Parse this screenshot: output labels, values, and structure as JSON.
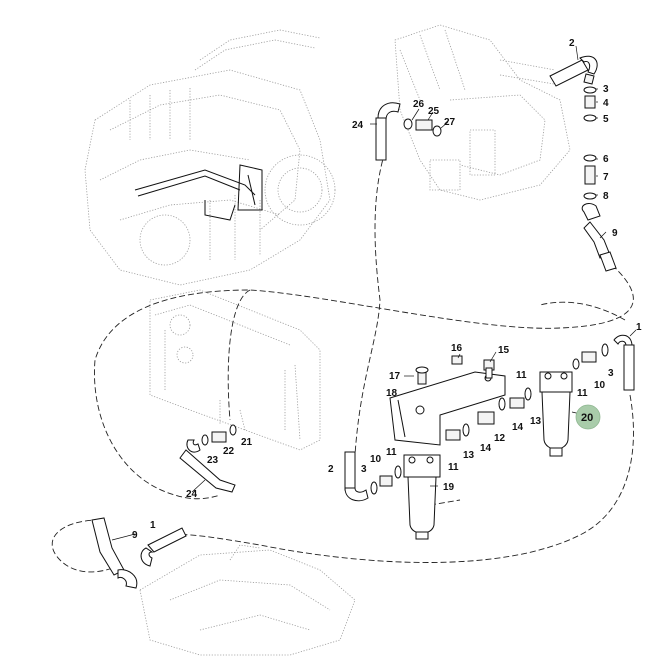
{
  "diagram": {
    "type": "exploded-parts-diagram",
    "subject": "hydraulic filter lines",
    "highlight_color": "#a9ccaa",
    "callouts": [
      {
        "label": "1",
        "role": "elbow-hose"
      },
      {
        "label": "1",
        "role": "elbow-hose"
      },
      {
        "label": "2",
        "role": "elbow-hose"
      },
      {
        "label": "2",
        "role": "elbow-hose"
      },
      {
        "label": "3",
        "role": "o-ring"
      },
      {
        "label": "3",
        "role": "o-ring"
      },
      {
        "label": "3",
        "role": "o-ring"
      },
      {
        "label": "4",
        "role": "adapter"
      },
      {
        "label": "5",
        "role": "o-ring"
      },
      {
        "label": "6",
        "role": "o-ring"
      },
      {
        "label": "7",
        "role": "adapter"
      },
      {
        "label": "8",
        "role": "o-ring"
      },
      {
        "label": "9",
        "role": "hose"
      },
      {
        "label": "9",
        "role": "hose"
      },
      {
        "label": "10",
        "role": "o-ring"
      },
      {
        "label": "10",
        "role": "o-ring"
      },
      {
        "label": "11",
        "role": "adapter"
      },
      {
        "label": "11",
        "role": "adapter"
      },
      {
        "label": "11",
        "role": "adapter"
      },
      {
        "label": "11",
        "role": "adapter"
      },
      {
        "label": "12",
        "role": "adapter"
      },
      {
        "label": "13",
        "role": "o-ring"
      },
      {
        "label": "13",
        "role": "o-ring"
      },
      {
        "label": "14",
        "role": "adapter"
      },
      {
        "label": "14",
        "role": "adapter"
      },
      {
        "label": "15",
        "role": "bolt"
      },
      {
        "label": "16",
        "role": "nut"
      },
      {
        "label": "17",
        "role": "bolt"
      },
      {
        "label": "18",
        "role": "bracket"
      },
      {
        "label": "19",
        "role": "filter"
      },
      {
        "label": "20",
        "role": "filter",
        "highlighted": true
      },
      {
        "label": "21",
        "role": "o-ring"
      },
      {
        "label": "22",
        "role": "adapter"
      },
      {
        "label": "23",
        "role": "o-ring"
      },
      {
        "label": "24",
        "role": "hose"
      },
      {
        "label": "24",
        "role": "hose"
      },
      {
        "label": "25",
        "role": "adapter"
      },
      {
        "label": "26",
        "role": "o-ring"
      },
      {
        "label": "27",
        "role": "o-ring"
      }
    ]
  }
}
